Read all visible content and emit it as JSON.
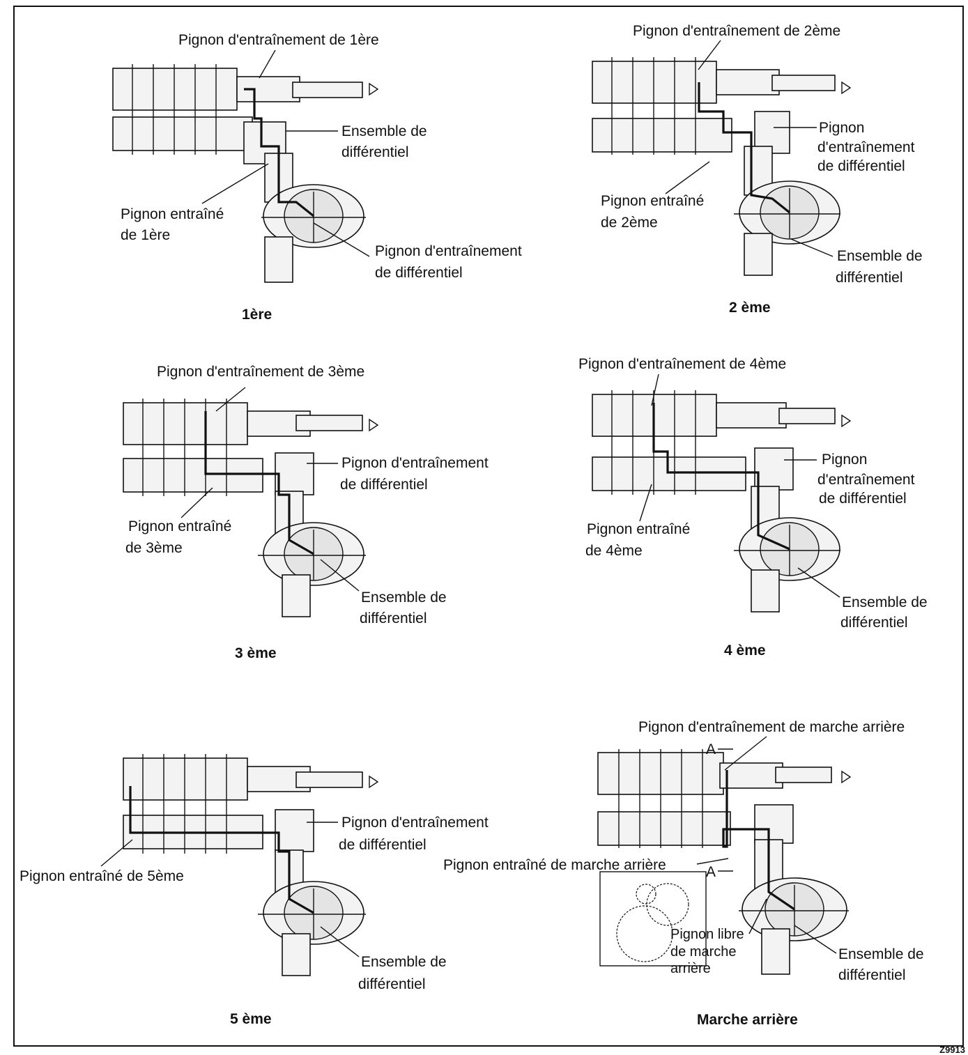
{
  "panels": [
    {
      "caption": "1ère",
      "labels": {
        "top": "Pignon d'entraînement de 1ère",
        "right_a": "Ensemble de",
        "right_b": "différentiel",
        "left_a": "Pignon entraîné",
        "left_b": "de 1ère",
        "bottom_a": "Pignon d'entraînement",
        "bottom_b": "de différentiel"
      }
    },
    {
      "caption": "2 ème",
      "labels": {
        "top": "Pignon d'entraînement de 2ème",
        "right_a": "Pignon",
        "right_b": "d'entraînement",
        "right_c": "de différentiel",
        "left_a": "Pignon entraîné",
        "left_b": "de 2ème",
        "bottom_a": "Ensemble de",
        "bottom_b": "différentiel"
      }
    },
    {
      "caption": "3 ème",
      "labels": {
        "top": "Pignon d'entraînement de 3ème",
        "right_a": "Pignon d'entraînement",
        "right_b": "de différentiel",
        "left_a": "Pignon entraîné",
        "left_b": "de 3ème",
        "bottom_a": "Ensemble de",
        "bottom_b": "différentiel"
      }
    },
    {
      "caption": "4 ème",
      "labels": {
        "top": "Pignon d'entraînement de 4ème",
        "right_a": "Pignon",
        "right_b": "d'entraînement",
        "right_c": "de différentiel",
        "left_a": "Pignon entraîné",
        "left_b": "de 4ème",
        "bottom_a": "Ensemble de",
        "bottom_b": "différentiel"
      }
    },
    {
      "caption": "5 ème",
      "labels": {
        "right_a": "Pignon d'entraînement",
        "right_b": "de différentiel",
        "left": "Pignon entraîné de 5ème",
        "bottom_a": "Ensemble de",
        "bottom_b": "différentiel"
      }
    },
    {
      "caption": "Marche arrière",
      "labels": {
        "top": "Pignon d'entraînement de marche arrière",
        "left": "Pignon entraîné de marche arrière",
        "section_mark": "A",
        "idler_a": "Pignon libre",
        "idler_b": "de marche",
        "idler_c": "arrière",
        "bottom_a": "Ensemble de",
        "bottom_b": "différentiel"
      }
    }
  ],
  "figure_code": "Z9913"
}
